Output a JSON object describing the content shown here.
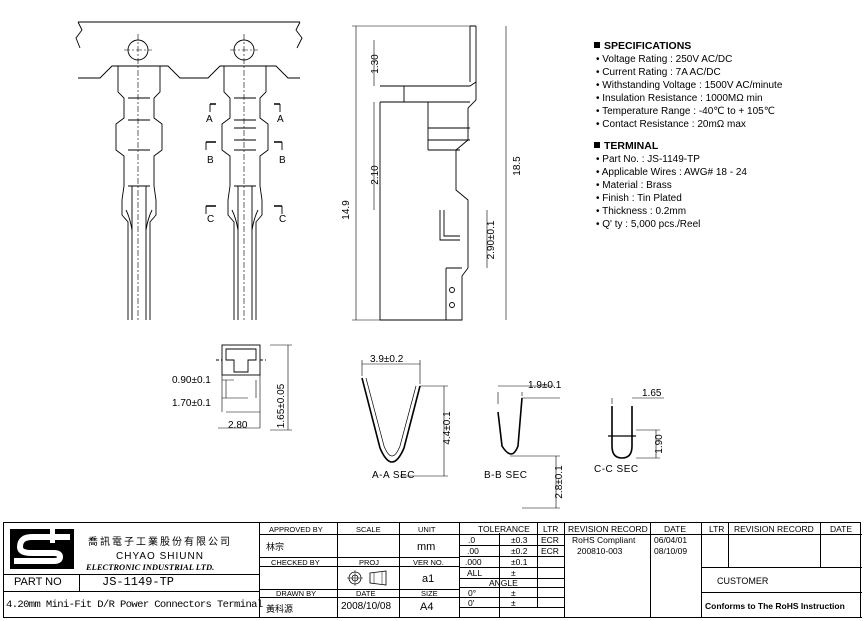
{
  "specifications": {
    "heading": "SPECIFICATIONS",
    "items": [
      "Voltage Rating : 250V AC/DC",
      "Current Rating : 7A  AC/DC",
      "Withstanding Voltage : 1500V AC/minute",
      "Insulation Resistance : 1000MΩ min",
      "Temperature Range : -40℃ to + 105℃",
      "Contact Resistance : 20mΩ max"
    ]
  },
  "terminal": {
    "heading": "TERMINAL",
    "items": [
      "Part No. : JS-1149-TP",
      "Applicable Wires : AWG# 18 - 24",
      "Material : Brass",
      "Finish : Tin Plated",
      "Thickness : 0.2mm",
      "Q' ty : 5,000 pcs./Reel"
    ]
  },
  "dimensions": {
    "d130": "1.30",
    "d210": "2.10",
    "d149": "14.9",
    "d185": "18.5",
    "d290": "2.90±0.1",
    "d090": "0.90±0.1",
    "d170": "1.70±0.1",
    "d280": "2.80",
    "d165": "1.65±0.05",
    "d39": "3.9±0.2",
    "d44": "4.4±0.1",
    "d19": "1.9±0.1",
    "d28": "2.8±0.1",
    "d165b": "1.65",
    "d190": "1.90"
  },
  "section_labels": {
    "a": "A",
    "b": "B",
    "c": "C",
    "aa": "A-A  SEC",
    "bb": "B-B  SEC",
    "cc": "C-C  SEC"
  },
  "title_block": {
    "company_cn": "喬訊電子工業股份有限公司",
    "company_en1": "CHYAO  SHIUNN",
    "company_en2": "ELECTRONIC  INDUSTRIAL  LTD.",
    "part_no_label": "PART NO",
    "part_no": "JS-1149-TP",
    "description": "4.20mm Mini-Fit D/R Power Connectors Terminal",
    "approved_by_label": "APPROVED BY",
    "approved_by": "林宗",
    "checked_by_label": "CHECKED BY",
    "drawn_by_label": "DRAWN BY",
    "drawn_by": "黃科源",
    "scale_label": "SCALE",
    "proj_label": "PROJ",
    "date_label": "DATE",
    "date": "2008/10/08",
    "unit_label": "UNIT",
    "unit": "mm",
    "ver_label": "VER NO.",
    "ver": "a1",
    "size_label": "SIZE",
    "size": "A4",
    "tolerance_label": "TOLERANCE",
    "tolerances": [
      {
        "k": ".0",
        "v": "±0.3"
      },
      {
        "k": ".00",
        "v": "±0.2"
      },
      {
        "k": ".000",
        "v": "±0.1"
      },
      {
        "k": "ALL",
        "v": "±"
      }
    ],
    "angle_label": "ANGLE",
    "angles": [
      {
        "k": "0°",
        "v": "±"
      },
      {
        "k": "0'",
        "v": "±"
      }
    ],
    "ltr_label": "LTR",
    "revision_label": "REVISION  RECORD",
    "date_col_label": "DATE",
    "revisions": [
      {
        "ltr": "ECR",
        "record": "RoHS  Compliant",
        "date": "06/04/01"
      },
      {
        "ltr": "ECR",
        "record": "200810-003",
        "date": "08/10/09"
      }
    ],
    "customer_label": "CUSTOMER",
    "rohs_note": "Conforms to The RoHS Instruction"
  }
}
